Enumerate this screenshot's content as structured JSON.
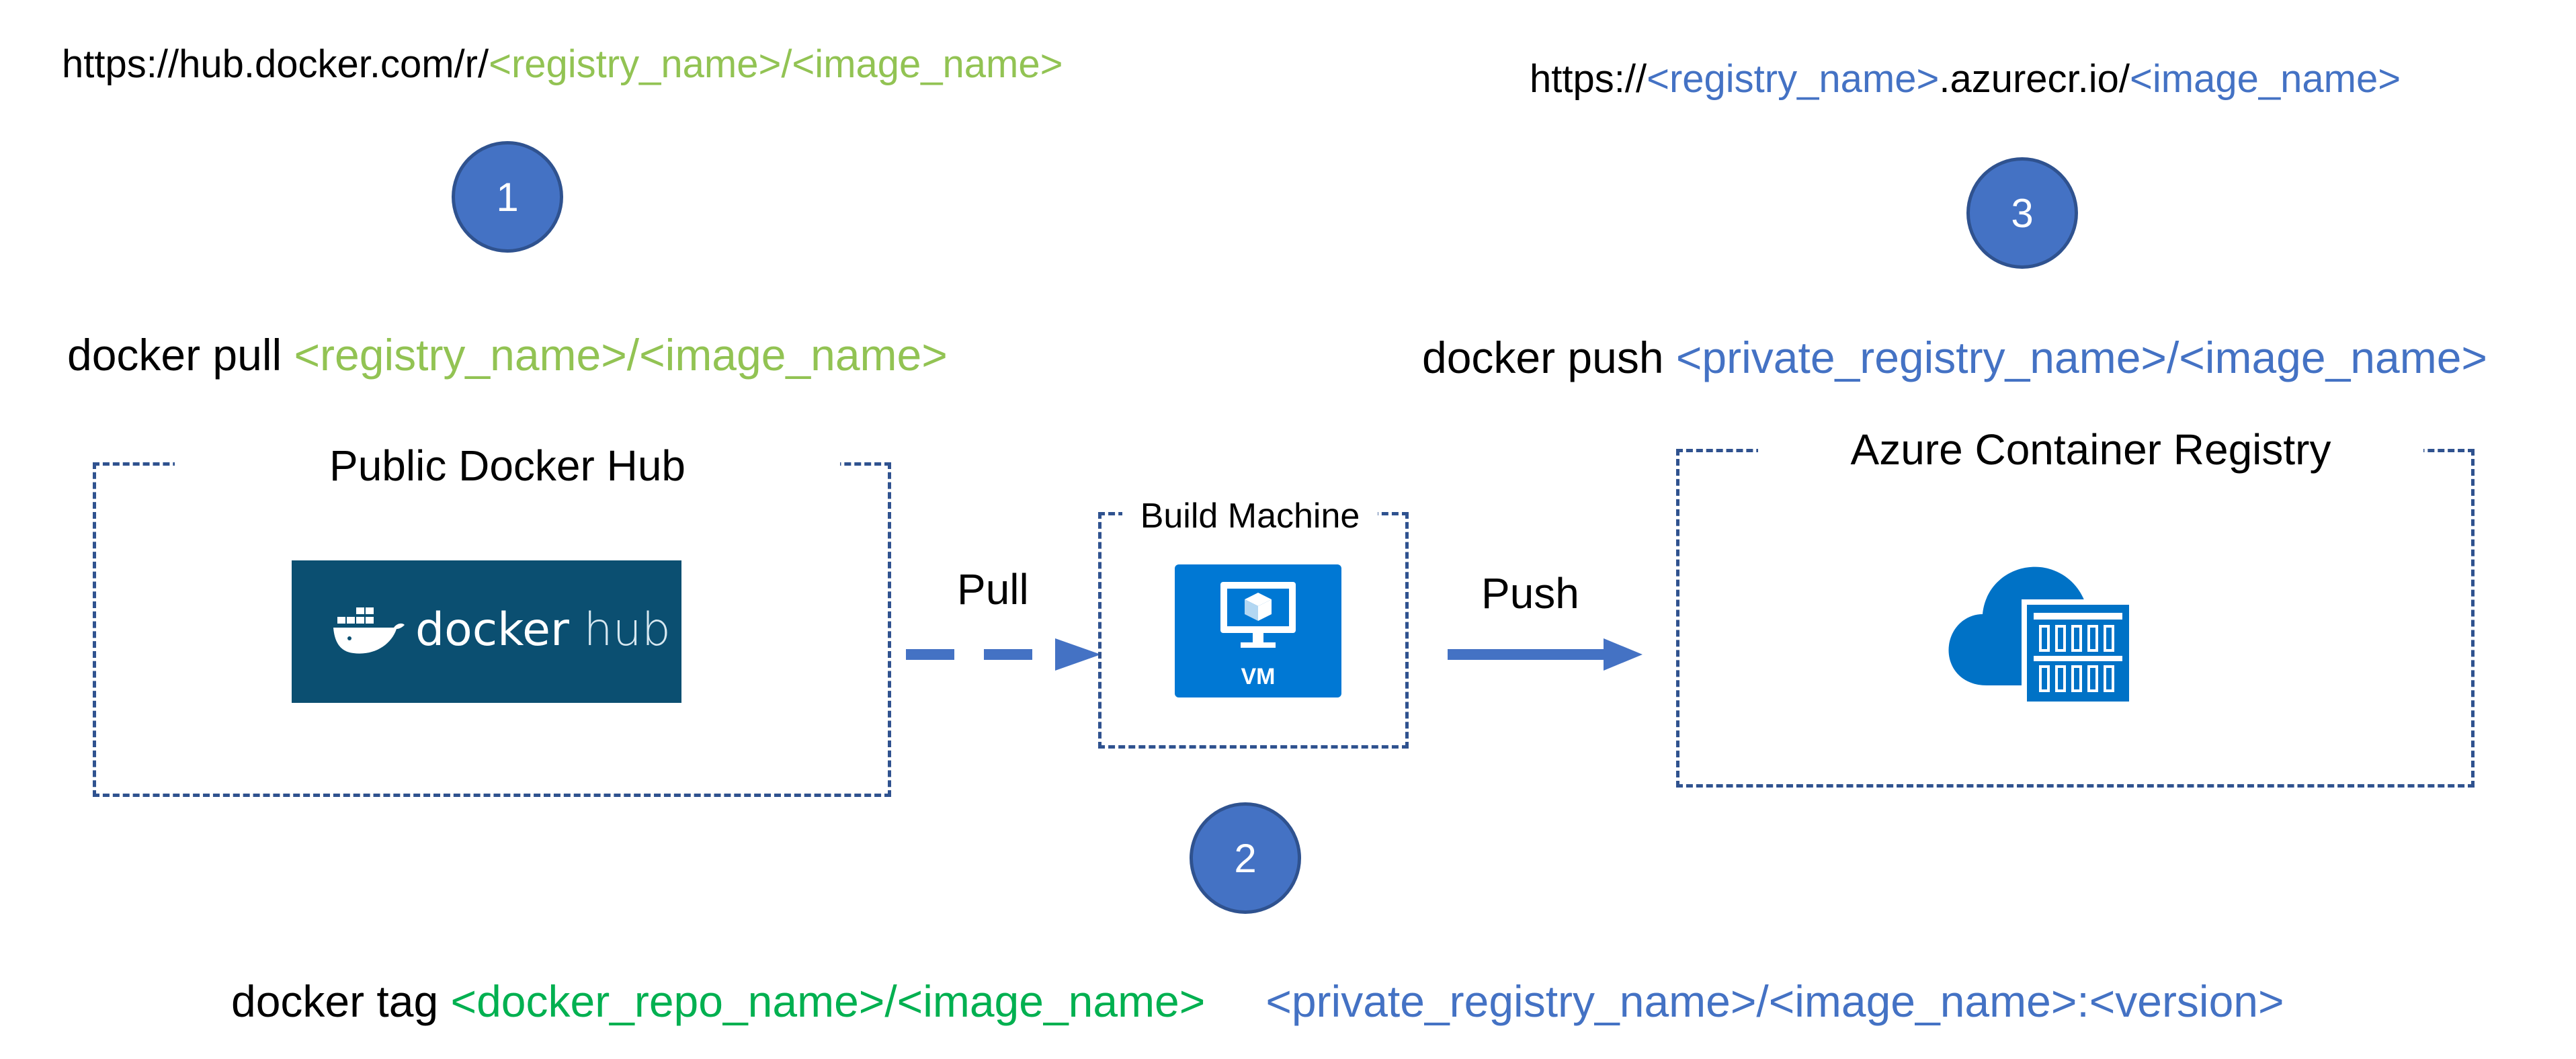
{
  "docker_hub_url": {
    "prefix": "https://hub.docker.com/r/",
    "path": "<registry_name>/<image_name>"
  },
  "acr_url": {
    "prefix": "https://",
    "registry": "<registry_name>",
    "middle": ".azurecr.io/",
    "image": "<image_name>"
  },
  "steps": {
    "one": "1",
    "two": "2",
    "three": "3"
  },
  "pull_cmd": {
    "cmd": "docker pull ",
    "arg": "<registry_name>/<image_name>"
  },
  "push_cmd": {
    "cmd": "docker push ",
    "arg": "<private_registry_name>/<image_name>"
  },
  "tag_cmd": {
    "cmd": "docker tag ",
    "source": "<docker_repo_name>/<image_name>",
    "target": "<private_registry_name>/<image_name>:<version>"
  },
  "boxes": {
    "public": "Public Docker Hub",
    "build": "Build Machine",
    "acr": "Azure Container Registry"
  },
  "docker_logo": {
    "word1": "docker",
    "word2": "hub",
    "bg": "#0b4f71"
  },
  "vm_icon": {
    "label": "VM",
    "color": "#0078d4"
  },
  "arrows": {
    "pull": "Pull",
    "push": "Push"
  },
  "colors": {
    "green": "#92c353",
    "green_dark": "#00b050",
    "blue": "#4472c4",
    "border": "#2f528f",
    "acr_blue": "#0072c6"
  }
}
